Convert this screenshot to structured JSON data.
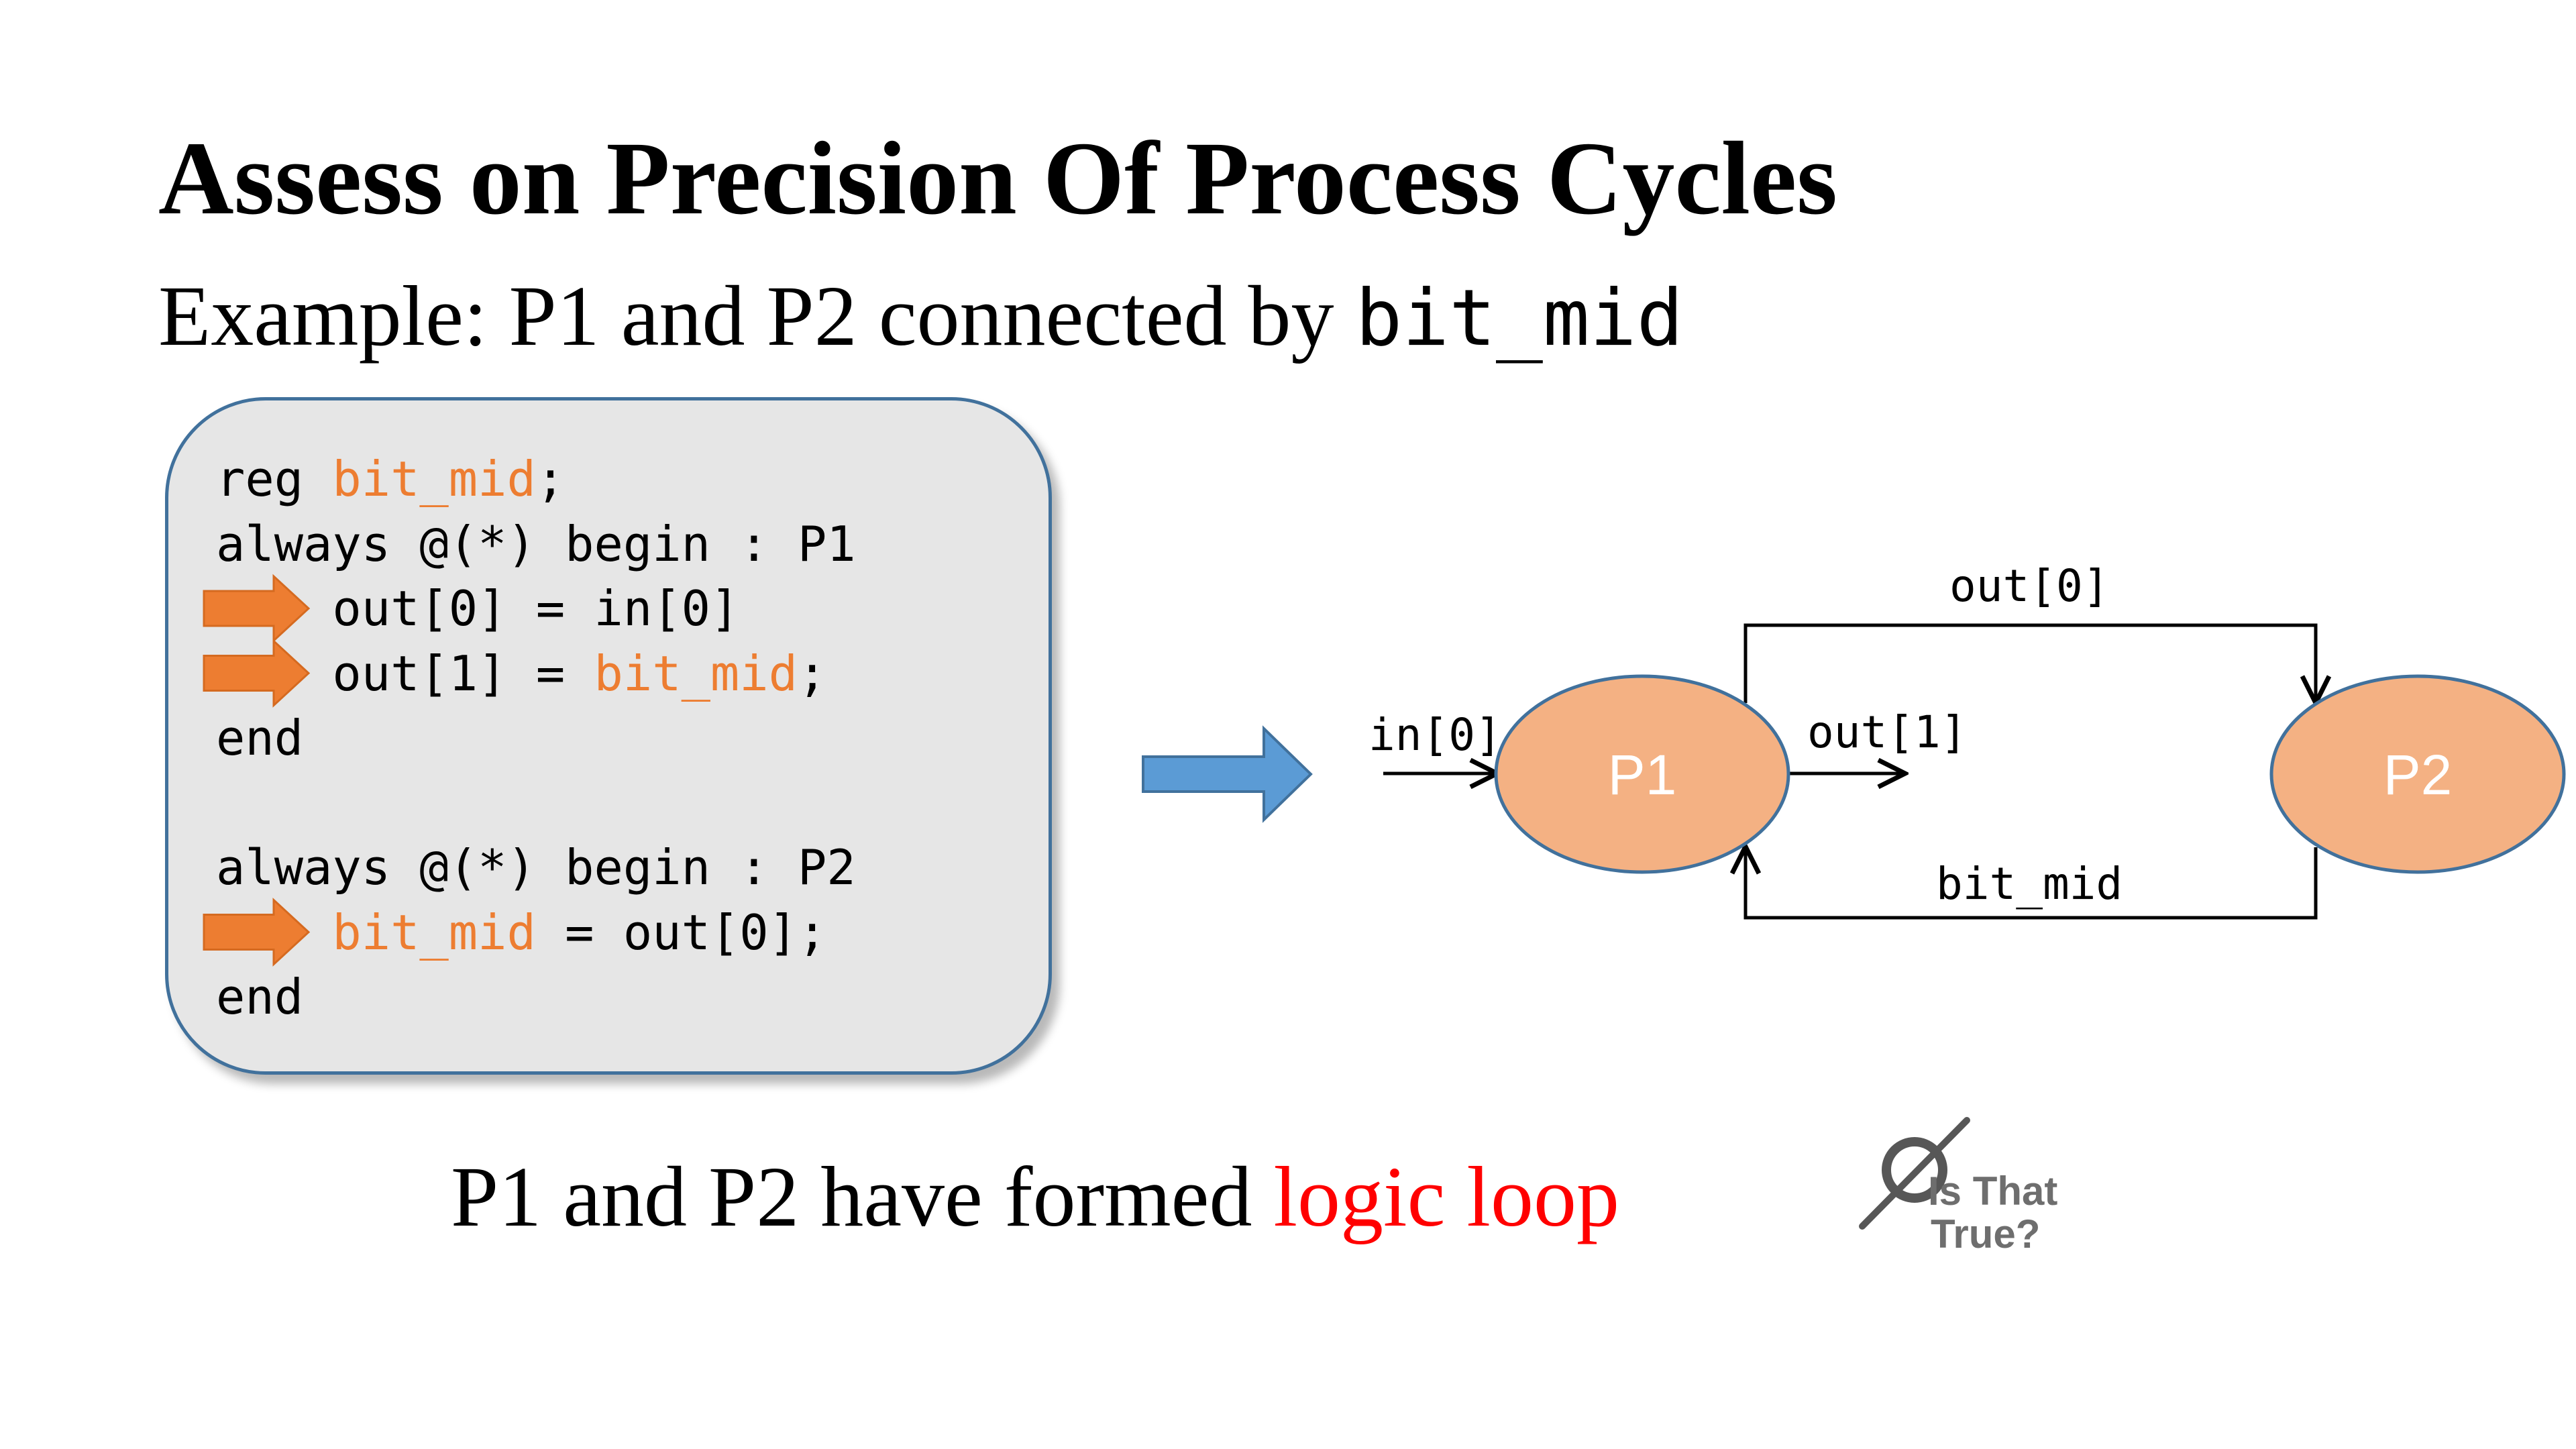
{
  "slide": {
    "title": "Assess on Precision Of Process Cycles",
    "subtitle_prefix": "Example: P1 and P2 connected by ",
    "subtitle_code": "bit_mid"
  },
  "code": {
    "lines": [
      {
        "parts": [
          {
            "text": "reg ",
            "hl": false
          },
          {
            "text": "bit_mid",
            "hl": true
          },
          {
            "text": ";",
            "hl": false
          }
        ],
        "marker": false
      },
      {
        "parts": [
          {
            "text": "always @(*) begin : P1",
            "hl": false
          }
        ],
        "marker": false
      },
      {
        "parts": [
          {
            "text": "    out[0] = in[0]",
            "hl": false
          }
        ],
        "marker": true
      },
      {
        "parts": [
          {
            "text": "    out[1] = ",
            "hl": false
          },
          {
            "text": "bit_mid",
            "hl": true
          },
          {
            "text": ";",
            "hl": false
          }
        ],
        "marker": true
      },
      {
        "parts": [
          {
            "text": "end",
            "hl": false
          }
        ],
        "marker": false
      },
      {
        "parts": [
          {
            "text": "",
            "hl": false
          }
        ],
        "marker": false
      },
      {
        "parts": [
          {
            "text": "always @(*) begin : P2",
            "hl": false
          }
        ],
        "marker": false
      },
      {
        "parts": [
          {
            "text": "    ",
            "hl": false
          },
          {
            "text": "bit_mid",
            "hl": true
          },
          {
            "text": " = out[0];",
            "hl": false
          }
        ],
        "marker": true
      },
      {
        "parts": [
          {
            "text": "end",
            "hl": false
          }
        ],
        "marker": false
      }
    ]
  },
  "diagram": {
    "nodes": {
      "p1": "P1",
      "p2": "P2"
    },
    "edges": {
      "in0": "in[0]",
      "out1": "out[1]",
      "out0": "out[0]",
      "bit_mid": "bit_mid"
    }
  },
  "conclusion": {
    "prefix": "P1 and P2 have formed ",
    "highlight": "logic loop"
  },
  "logo": {
    "line1": "Is That",
    "line2": "True?"
  },
  "colors": {
    "code_highlight": "#ed7d31",
    "marker_arrow": "#ed7d31",
    "transform_arrow": "#5b9bd5",
    "node_fill": "#f4b183",
    "node_stroke": "#41719c",
    "box_fill": "#e6e6e6",
    "box_border": "#41719c",
    "conclusion_highlight": "#ff0000"
  }
}
